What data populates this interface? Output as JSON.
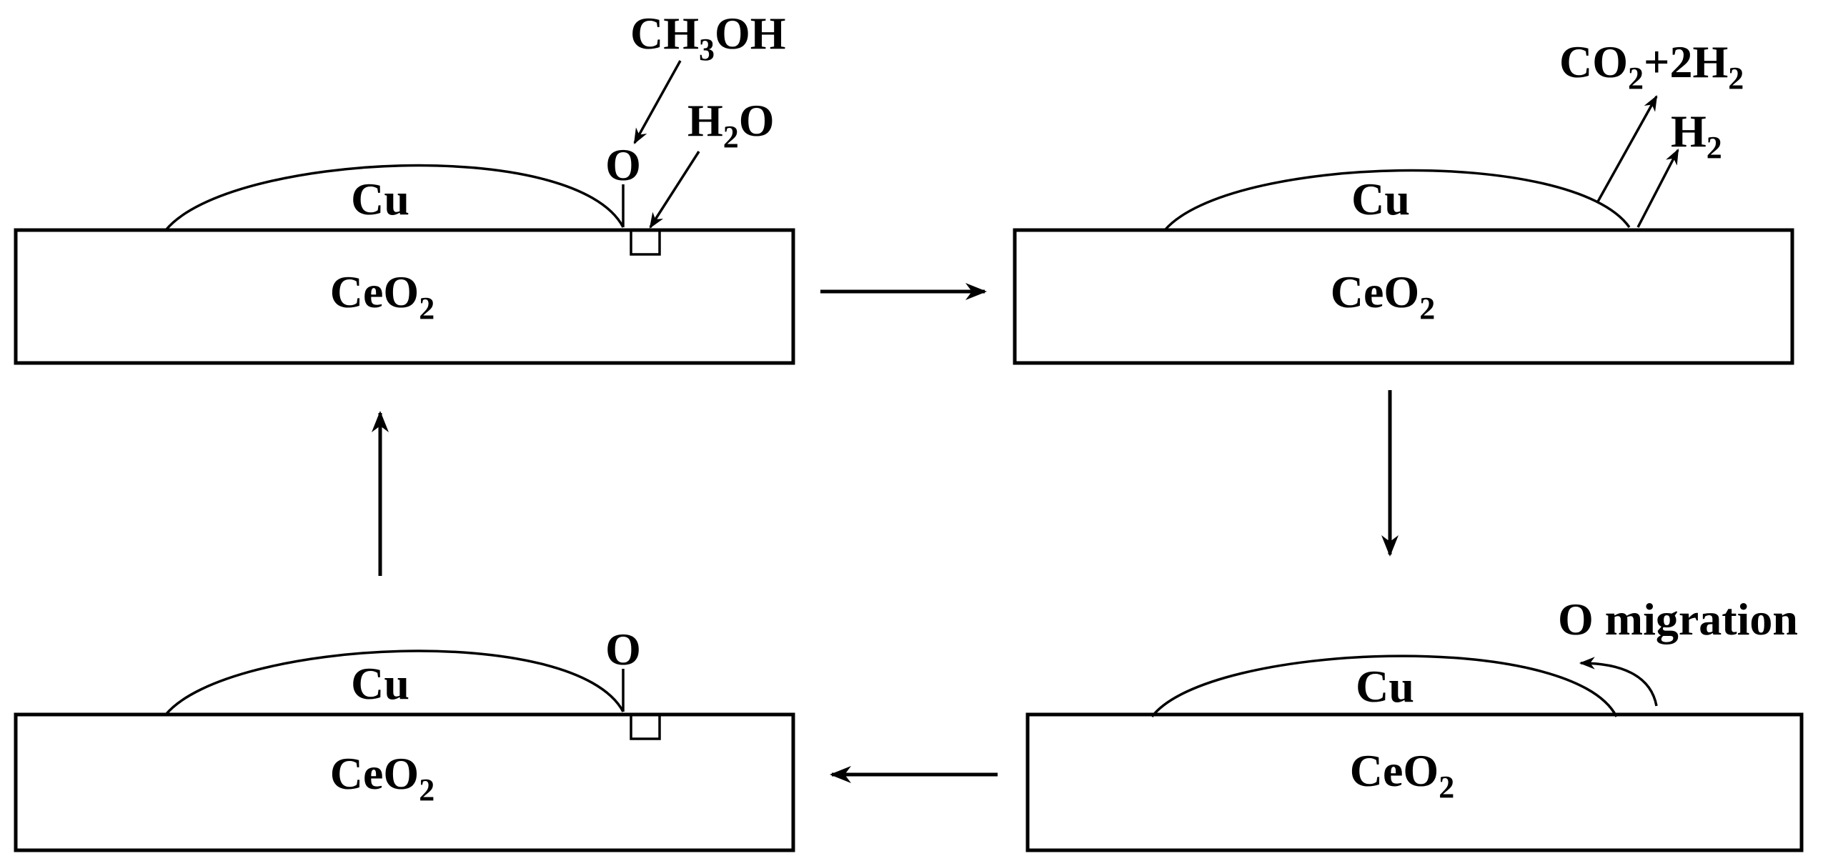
{
  "labels": {
    "metal": "Cu",
    "support_main": "CeO",
    "support_sub": "2",
    "adsorbed_o": "O",
    "methanol_a": "CH",
    "methanol_sub": "3",
    "methanol_b": "OH",
    "water_a": "H",
    "water_sub": "2",
    "water_b": "O",
    "products_a": "CO",
    "products_sub1": "2",
    "products_b": "+2H",
    "products_sub2": "2",
    "hydrogen_a": "H",
    "hydrogen_sub": "2",
    "migration": "O migration"
  },
  "colors": {
    "stroke": "#000000",
    "background": "#ffffff"
  },
  "flow": [
    "top-left to top-right",
    "top-right to bottom-right",
    "bottom-right to bottom-left",
    "bottom-left to top-left"
  ]
}
